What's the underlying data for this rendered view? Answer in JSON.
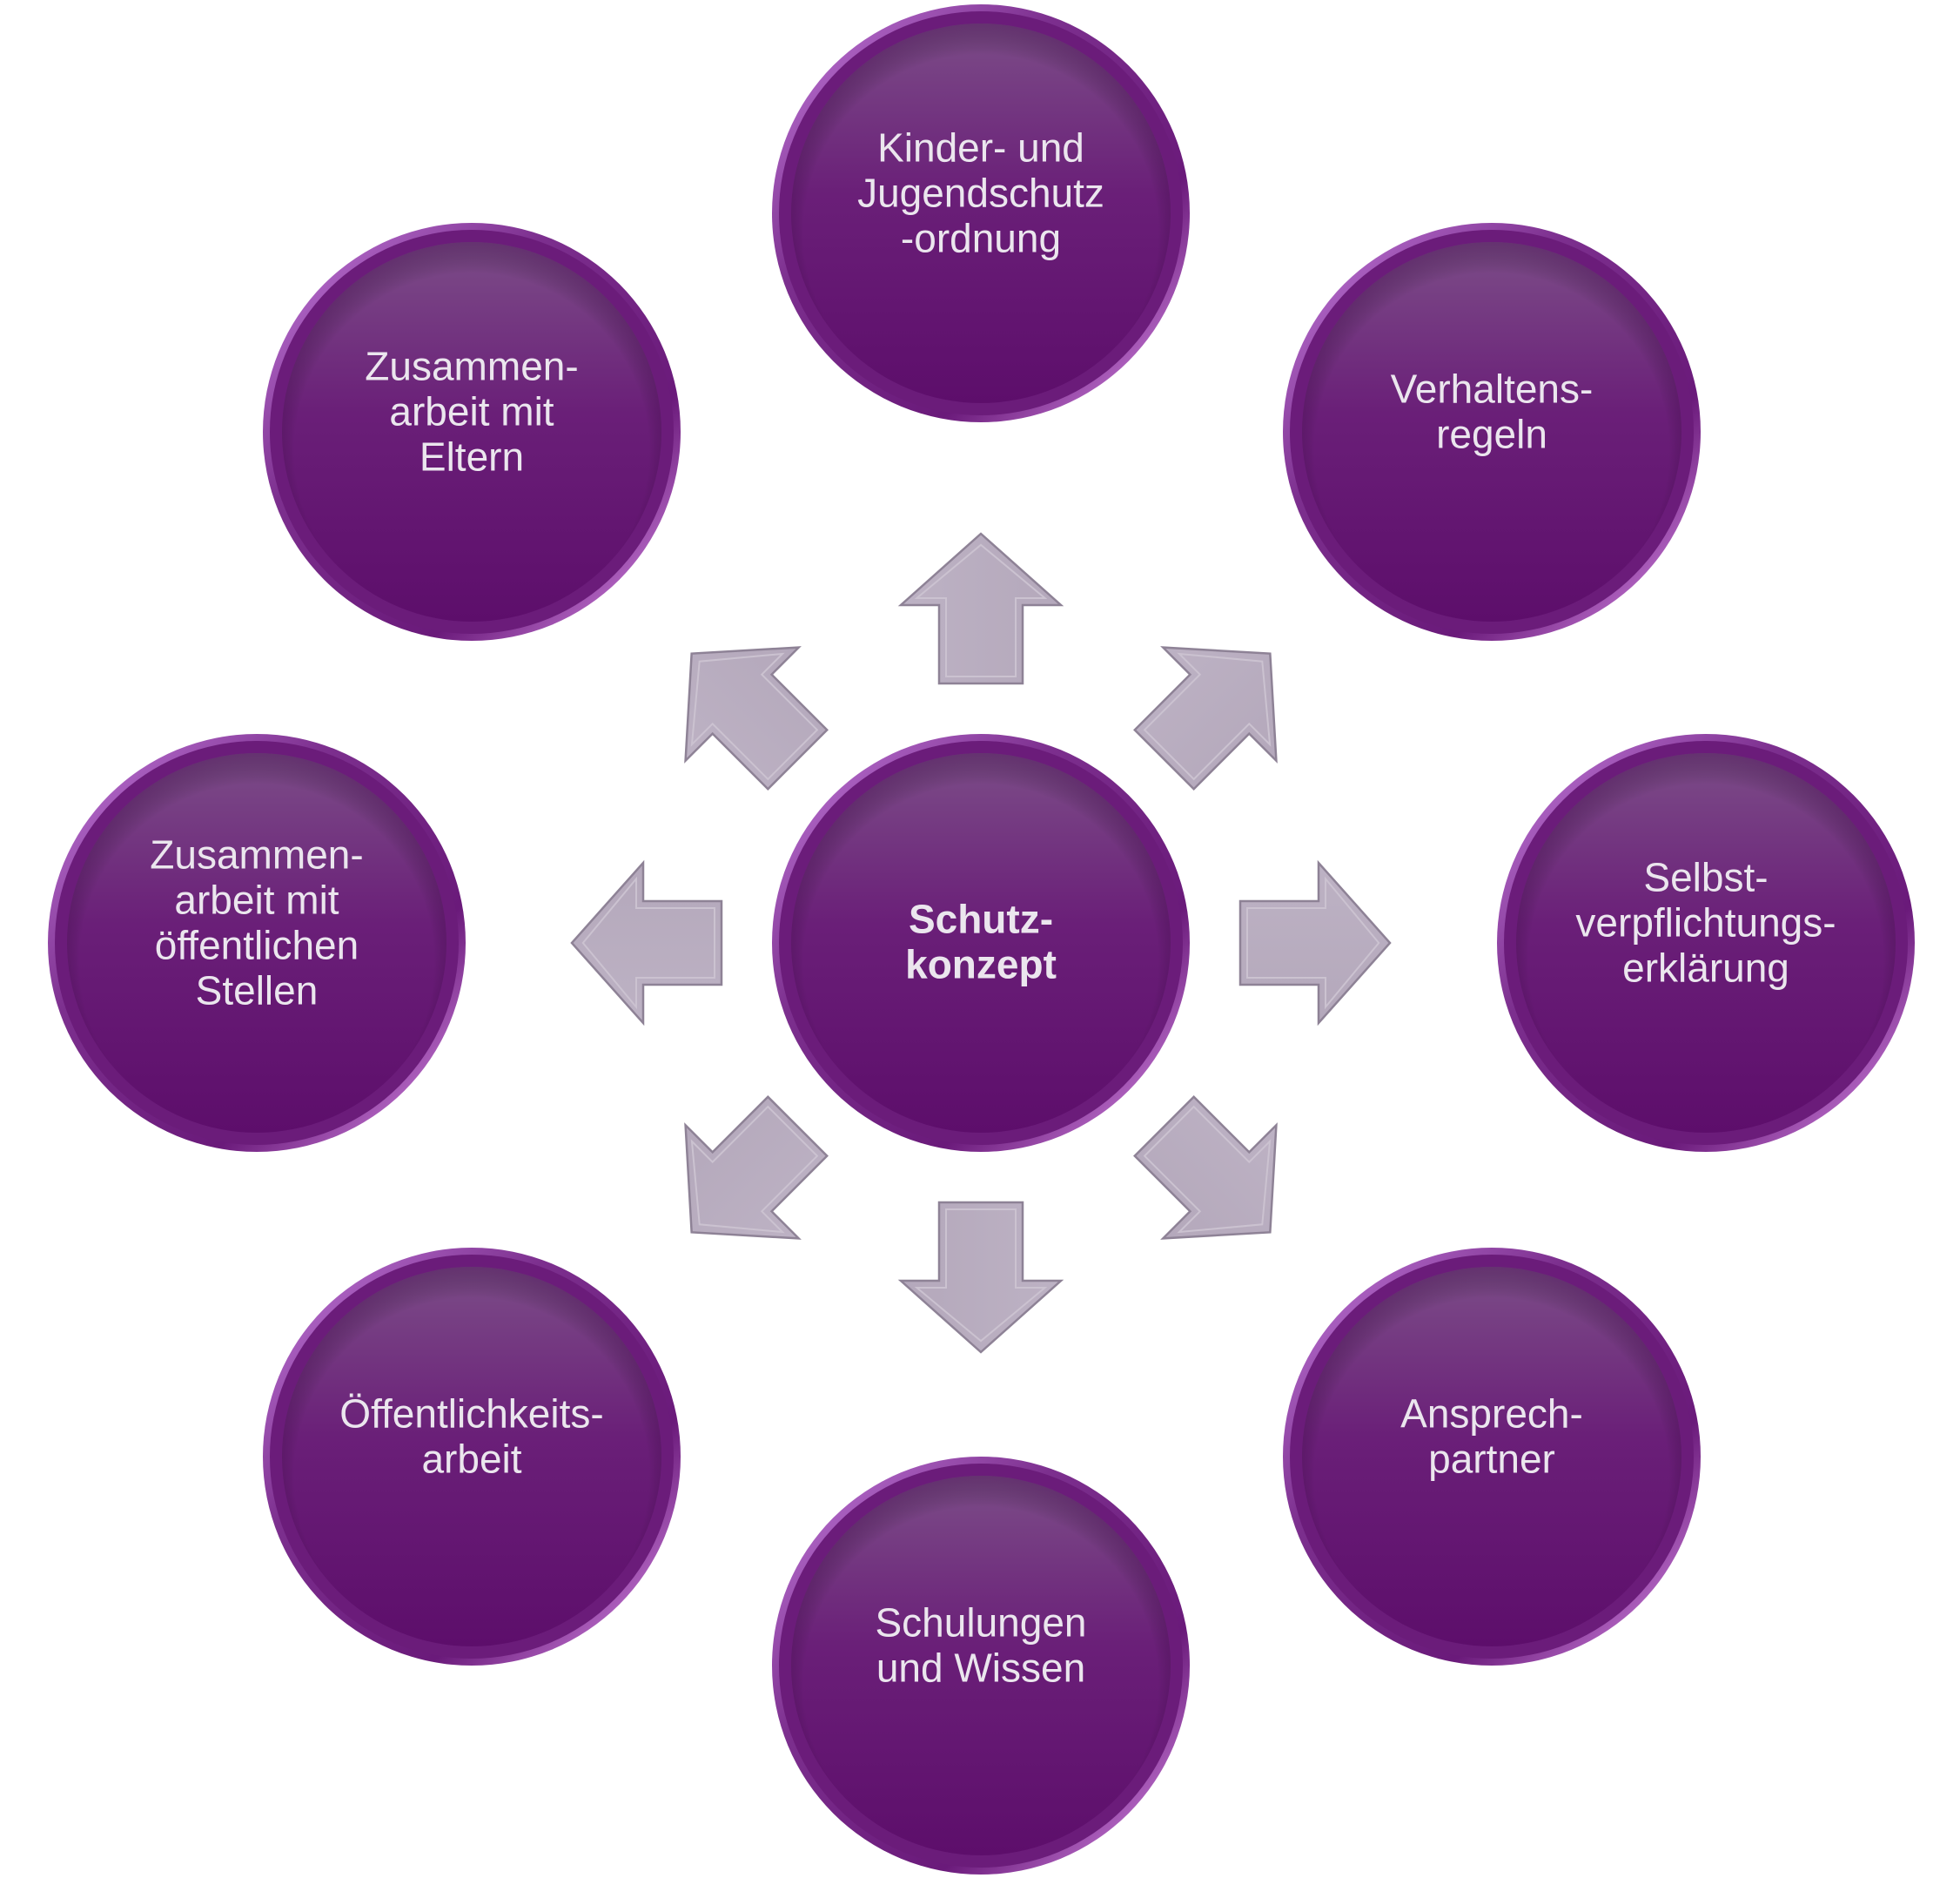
{
  "diagram": {
    "type": "hub-and-spoke",
    "center": {
      "id": "schutzkonzept",
      "lines": [
        "Schutz-",
        "konzept"
      ],
      "bold": true
    },
    "nodes": [
      {
        "id": "kinder-jugendschutzordnung",
        "direction": "up",
        "lines": [
          "Kinder- und",
          "Jugendschutz",
          "-ordnung"
        ]
      },
      {
        "id": "verhaltensregeln",
        "direction": "up-right",
        "lines": [
          "Verhaltens-",
          "regeln"
        ]
      },
      {
        "id": "selbstverpflichtungserklaerung",
        "direction": "right",
        "lines": [
          "Selbst-",
          "verpflichtungs-",
          "erklärung"
        ]
      },
      {
        "id": "ansprechpartner",
        "direction": "down-right",
        "lines": [
          "Ansprech-",
          "partner"
        ]
      },
      {
        "id": "schulungen-wissen",
        "direction": "down",
        "lines": [
          "Schulungen",
          "und Wissen"
        ]
      },
      {
        "id": "oeffentlichkeitsarbeit",
        "direction": "down-left",
        "lines": [
          "Öffentlichkeits-",
          "arbeit"
        ]
      },
      {
        "id": "zusammenarbeit-oeffentliche-stellen",
        "direction": "left",
        "lines": [
          "Zusammen-",
          "arbeit mit",
          "öffentlichen",
          "Stellen"
        ]
      },
      {
        "id": "zusammenarbeit-eltern",
        "direction": "up-left",
        "lines": [
          "Zusammen-",
          "arbeit mit",
          "Eltern"
        ]
      }
    ],
    "connector": {
      "shape": "block-arrow",
      "label_count": 8
    }
  },
  "colors": {
    "circle_top": "#7a4a86",
    "circle_mid": "#6b1e7a",
    "circle_bottom": "#5e0f6c",
    "circle_rim_highlight": "#d98ef0",
    "arrow_fill": "#b8adbf",
    "arrow_edge": "#8e8296",
    "text": "#ebe6ee",
    "background": "#ffffff"
  }
}
